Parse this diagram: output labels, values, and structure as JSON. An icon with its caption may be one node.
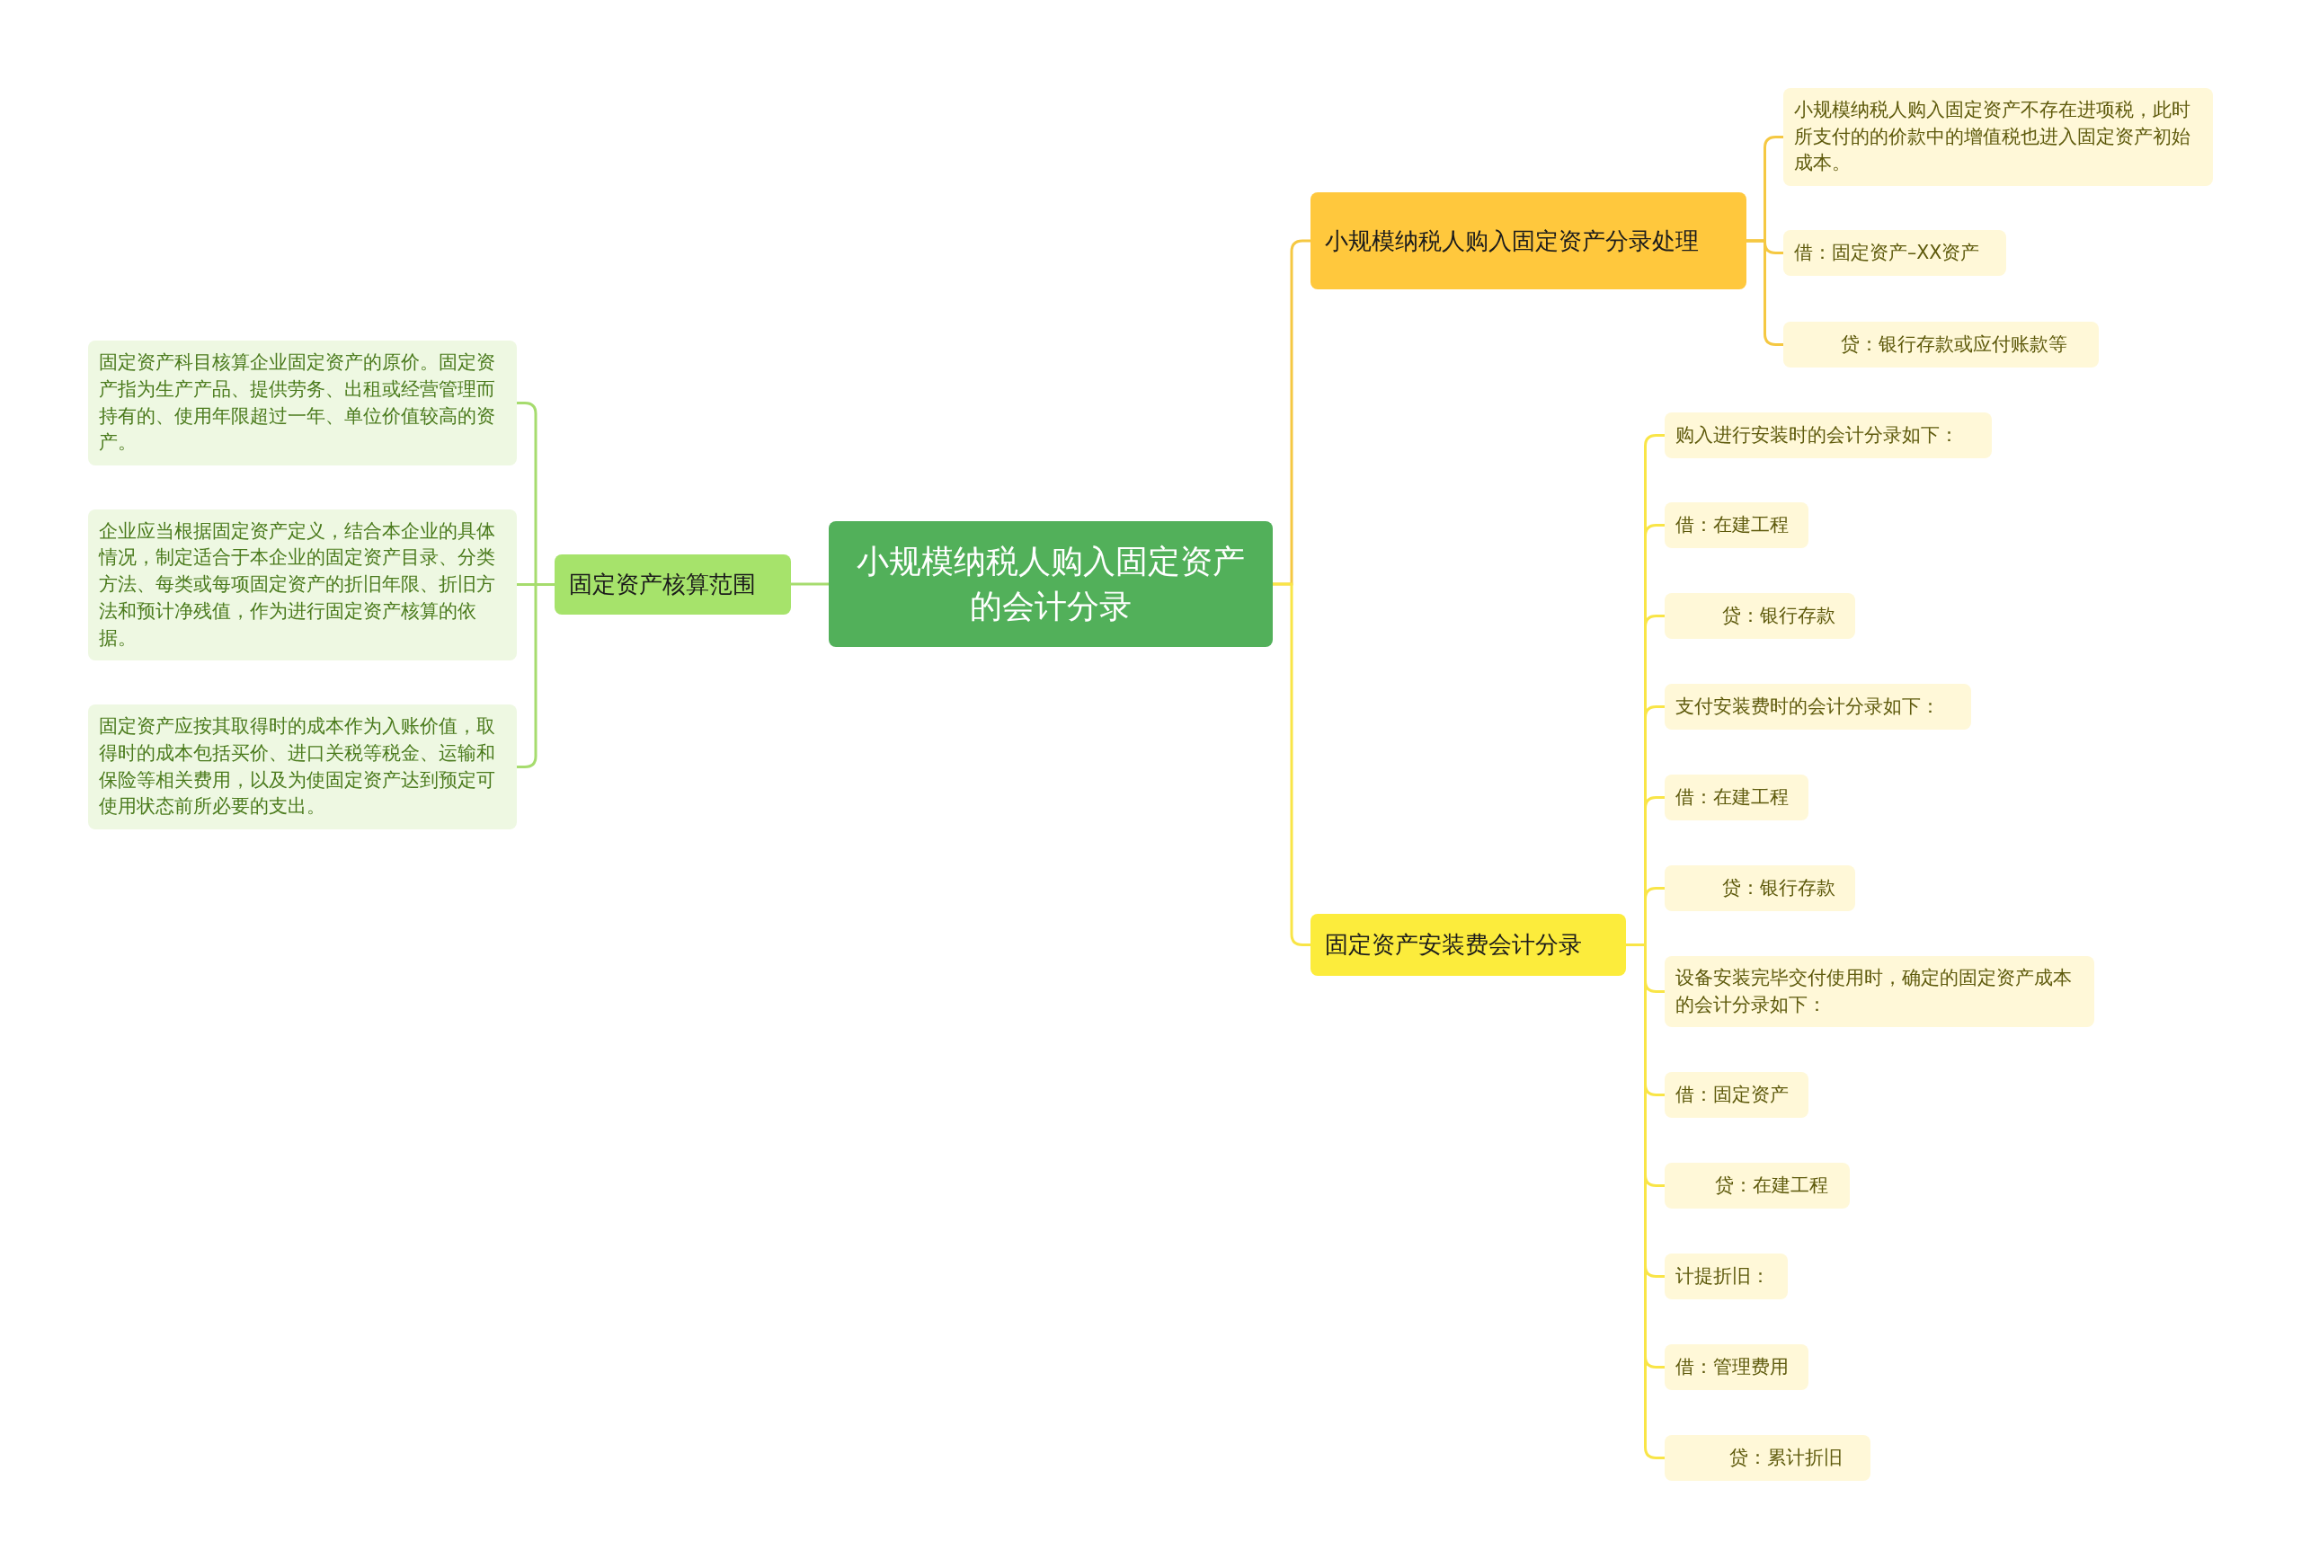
{
  "diagram": {
    "nodes": [
      {
        "text": [
          "小规模纳税人购入固定资产的会计分录"
        ]
      },
      {
        "text": [
          "固定资产核算范围"
        ]
      },
      {
        "text": [
          "固定资产科目核算企业固定资产的原价。固定资产指为生产产品、提供劳务、出租或经营管理而持有的、使用年限超过一年、单位价值较高的资产。"
        ]
      },
      {
        "text": [
          "企业应当根据固定资产定义，结合本企业的具体情况，制定适合于本企业的固定资产目录、分类方法、每类或每项固定资产的折旧年限、折旧方法和预计净残值，作为进行固定资产核算的依据。"
        ]
      },
      {
        "text": [
          "固定资产应按其取得时的成本作为入账价值，取得时的成本包括买价、进口关税等税金、运输和保险等相关费用，以及为使固定资产达到预定可使用状态前所必要的支出。"
        ]
      },
      {
        "text": [
          "小规模纳税人购入固定资产分录处理"
        ]
      },
      {
        "text": [
          "小规模纳税人购入固定资产不存在进项税，此时所支付的的价款中的增值税也进入固定资产初始成本。"
        ]
      },
      {
        "text": [
          "借：固定资产–XX资产"
        ]
      },
      {
        "text": [
          "贷：银行存款或应付账款等"
        ]
      },
      {
        "text": [
          "固定资产安装费会计分录"
        ]
      },
      {
        "text": [
          "购入进行安装时的会计分录如下："
        ]
      },
      {
        "text": [
          "借：在建工程"
        ]
      },
      {
        "text": [
          "贷：银行存款"
        ]
      },
      {
        "text": [
          "支付安装费时的会计分录如下："
        ]
      },
      {
        "text": [
          "借：在建工程"
        ]
      },
      {
        "text": [
          "贷：银行存款"
        ]
      },
      {
        "text": [
          "设备安装完毕交付使用时，确定的固定资产成本的会计分录如下："
        ]
      },
      {
        "text": [
          "借：固定资产"
        ]
      },
      {
        "text": [
          "贷：在建工程"
        ]
      },
      {
        "text": [
          "计提折旧："
        ]
      },
      {
        "text": [
          "借：管理费用"
        ]
      },
      {
        "text": [
          "贷：累计折旧"
        ]
      }
    ],
    "edges": [
      {
        "from": 0,
        "to": 1,
        "arrow": "none",
        "color": "#a6dc6e"
      },
      {
        "from": 1,
        "to": 2,
        "arrow": "none",
        "color": "#a6dc6e"
      },
      {
        "from": 1,
        "to": 3,
        "arrow": "none",
        "color": "#a6dc6e"
      },
      {
        "from": 1,
        "to": 4,
        "arrow": "none",
        "color": "#a6dc6e"
      },
      {
        "from": 0,
        "to": 5,
        "arrow": "none",
        "color": "#f5c842"
      },
      {
        "from": 5,
        "to": 6,
        "arrow": "none",
        "color": "#f5c842"
      },
      {
        "from": 5,
        "to": 7,
        "arrow": "none",
        "color": "#f5c842"
      },
      {
        "from": 5,
        "to": 8,
        "arrow": "none",
        "color": "#f5c842"
      },
      {
        "from": 0,
        "to": 9,
        "arrow": "none"
      },
      {
        "from": 9,
        "to": 10,
        "arrow": "none"
      },
      {
        "from": 9,
        "to": 11,
        "arrow": "none"
      },
      {
        "from": 9,
        "to": 12,
        "arrow": "none"
      },
      {
        "from": 9,
        "to": 13,
        "arrow": "none"
      },
      {
        "from": 9,
        "to": 14,
        "arrow": "none"
      },
      {
        "from": 9,
        "to": 15,
        "arrow": "none"
      },
      {
        "from": 9,
        "to": 16,
        "arrow": "none"
      },
      {
        "from": 9,
        "to": 17,
        "arrow": "none"
      },
      {
        "from": 9,
        "to": 18,
        "arrow": "none"
      },
      {
        "from": 9,
        "to": 19,
        "arrow": "none"
      },
      {
        "from": 9,
        "to": 20,
        "arrow": "none"
      },
      {
        "from": 9,
        "to": 21,
        "arrow": "none"
      }
    ]
  }
}
